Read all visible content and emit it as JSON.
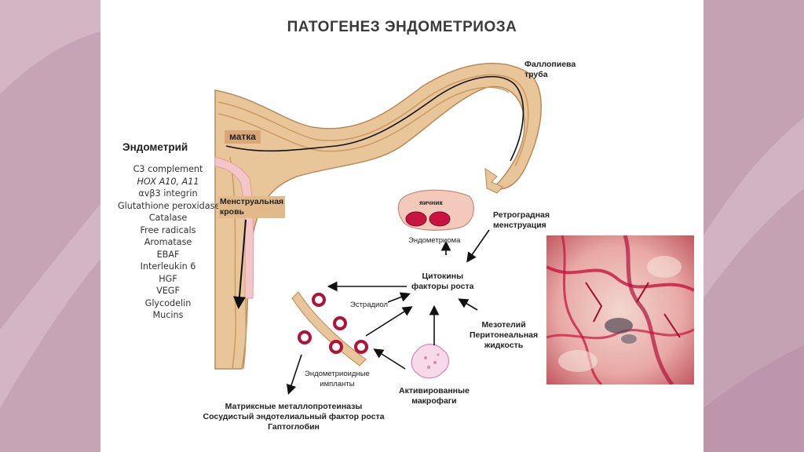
{
  "title": "ПАТОГЕНЕЗ  ЭНДОМЕТРИОЗА",
  "labels": {
    "fallopian_tube": "Фаллопиева\nтруба",
    "uterus": "матка",
    "endometrium_title": "Эндометрий",
    "menstrual_blood": "Менструальная\nкровь",
    "ovary": "яичник",
    "endometrioma": "Эндометриома",
    "retrograde": "Ретроградная\nменструация",
    "cytokines": "Цитокины\nфакторы роста",
    "estradiol": "Эстрадиол",
    "mesothelium": "Мезотелий\nПеритонеальная\nжидкость",
    "implants": "Эндометриоидные\nимпланты",
    "macrophages": "Активированные\nмакрофаги",
    "bottom": "Матриксные металлопротеиназы\nСосудистый эндотелиальный фактор роста\nГаптоглобин"
  },
  "endometrium_factors": [
    "C3 complement",
    "HOX A10, A11",
    "αvβ3 integrin",
    "Glutathione peroxidase",
    "Catalase",
    "Free radicals",
    "Aromatase",
    "EBAF",
    "Interleukin 6",
    "HGF",
    "VEGF",
    "Glycodelin",
    "Mucins"
  ],
  "colors": {
    "background": "#c9a8b8",
    "slide": "#ffffff",
    "tissue": "#e9c69a",
    "tissue_dark": "#c99a66",
    "lining": "#f3c6c8",
    "implant": "#b0123a",
    "arrow": "#111111"
  }
}
